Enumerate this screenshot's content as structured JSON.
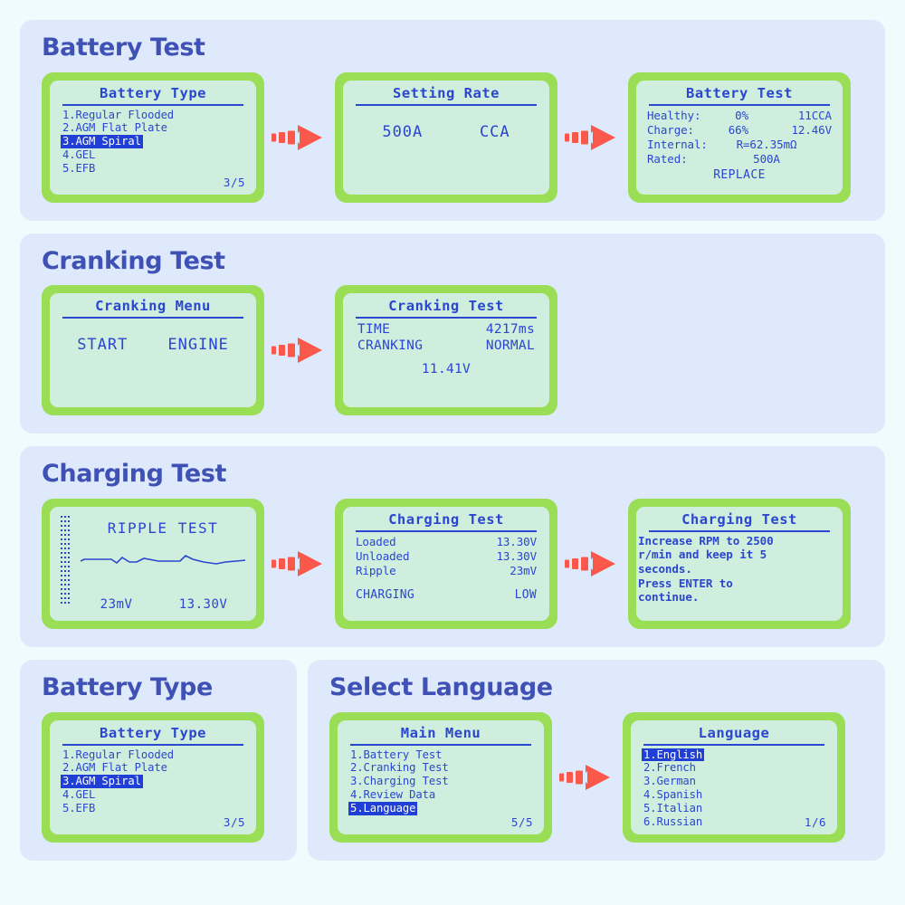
{
  "theme": {
    "page_bg": "#f0fbfd",
    "panel_bg": "#dee9fb",
    "title_color": "#3f51b5",
    "lcd_bezel": "#9ade55",
    "lcd_screen": "#cfeedd",
    "lcd_text": "#2b46cf",
    "highlight_bg": "#1f3fd6",
    "highlight_text": "#ffffff",
    "arrow_color": "#f9584a"
  },
  "sections": {
    "battery_test": {
      "title": "Battery Test"
    },
    "cranking_test": {
      "title": "Cranking Test"
    },
    "charging_test": {
      "title": "Charging Test"
    },
    "battery_type": {
      "title": "Battery Type"
    },
    "select_language": {
      "title": "Select Language"
    }
  },
  "screens": {
    "battery_type_menu": {
      "title": "Battery Type",
      "items": [
        "1.Regular Flooded",
        "2.AGM Flat Plate",
        "3.AGM Spiral",
        "4.GEL",
        "5.EFB"
      ],
      "selected_index": 2,
      "page": "3/5"
    },
    "setting_rate": {
      "title": "Setting Rate",
      "value": "500A",
      "unit": "CCA"
    },
    "battery_result": {
      "title": "Battery Test",
      "rows": [
        {
          "label": "Healthy:",
          "value": "0%",
          "extra": "11CCA"
        },
        {
          "label": "Charge:",
          "value": "66%",
          "extra": "12.46V"
        },
        {
          "label": "Internal:",
          "value": "R=62.35mΩ",
          "extra": ""
        },
        {
          "label": "Rated:",
          "value": "500A",
          "extra": ""
        }
      ],
      "verdict": "REPLACE"
    },
    "cranking_menu": {
      "title": "Cranking Menu",
      "option_1": "START",
      "option_2": "ENGINE"
    },
    "cranking_result": {
      "title": "Cranking Test",
      "rows": [
        {
          "label": "TIME",
          "value": "4217ms"
        },
        {
          "label": "CRANKING",
          "value": "NORMAL"
        }
      ],
      "voltage": "11.41V"
    },
    "ripple_test": {
      "title": "RIPPLE TEST",
      "ripple_value": "23mV",
      "voltage_value": "13.30V"
    },
    "charging_result": {
      "title": "Charging Test",
      "rows": [
        {
          "label": "Loaded",
          "value": "13.30V"
        },
        {
          "label": "Unloaded",
          "value": "13.30V"
        },
        {
          "label": "Ripple",
          "value": "23mV"
        }
      ],
      "status_label": "CHARGING",
      "status_value": "LOW"
    },
    "charging_instruction": {
      "title": "Charging Test",
      "line_1": "Increase RPM to 2500",
      "line_2": "r/min and keep it 5",
      "line_3": "seconds.",
      "line_4": "Press ENTER to",
      "line_5": "continue."
    },
    "main_menu": {
      "title": "Main Menu",
      "items": [
        "1.Battery Test",
        "2.Cranking Test",
        "3.Charging Test",
        "4.Review Data",
        "5.Language"
      ],
      "selected_index": 4,
      "page": "5/5"
    },
    "language_menu": {
      "title": "Language",
      "items": [
        "1.English",
        "2.French",
        "3.German",
        "4.Spanish",
        "5.Italian",
        "6.Russian"
      ],
      "selected_index": 0,
      "page": "1/6"
    }
  }
}
